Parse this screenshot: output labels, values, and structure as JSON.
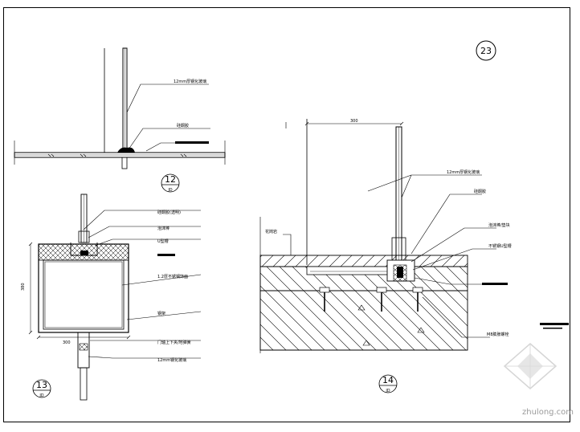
{
  "sheet": {
    "number": "23",
    "watermark": "zhulong.com"
  },
  "detail_12": {
    "label_number": "12",
    "label_sheet": "JD",
    "callout_glass": "12mm厚钢化玻璃",
    "callout_sealant": "硅酮胶"
  },
  "detail_13": {
    "label_number": "13",
    "label_sheet": "JD",
    "callout_sealant": "硅酮胶(透明)",
    "callout_foam": "泡沫棒",
    "callout_channel": "U型槽",
    "callout_cover": "1.2厚不锈钢饰面",
    "callout_frame": "钢架",
    "callout_base": "门轴上下夹/地弹簧",
    "callout_glass": "12mm钢化玻璃",
    "dim_width": "300",
    "dim_height": "380"
  },
  "detail_14": {
    "label_number": "14",
    "label_sheet": "JD",
    "dim_top": "300",
    "callout_glass": "12mm厚钢化玻璃",
    "callout_sealant": "硅酮胶",
    "callout_foam": "泡沫棒/垫块",
    "callout_channel": "不锈钢U型槽",
    "callout_floor": "花岗岩",
    "callout_bolt": "M8膨胀螺栓"
  },
  "colors": {
    "line": "#000000",
    "watermark": "#b4b4b4"
  }
}
